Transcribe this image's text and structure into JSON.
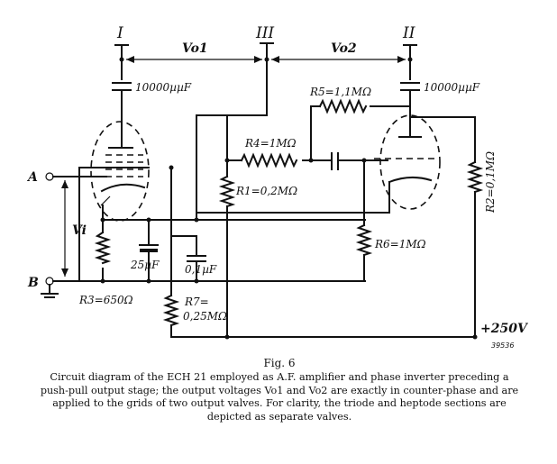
{
  "terminals": {
    "t1": "I",
    "t2": "II",
    "t3": "III",
    "a": "A",
    "b": "B"
  },
  "voltages": {
    "vo1": "Vo1",
    "vo2": "Vo2",
    "vi": "Vi",
    "supply": "+250V"
  },
  "components": {
    "c1": "10000µµF",
    "c2": "10000µµF",
    "c3": "25µF",
    "c4": "0,1µF",
    "r1": "R1=0,2MΩ",
    "r2": "R2=0,1MΩ",
    "r3": "R3=650Ω",
    "r4": "R4=1MΩ",
    "r5": "R5=1,1MΩ",
    "r6": "R6=1MΩ",
    "r7a": "R7=",
    "r7b": "0,25MΩ"
  },
  "reference_number": "39536",
  "caption": {
    "title": "Fig. 6",
    "text": "Circuit diagram of the ECH 21 employed as A.F. amplifier and phase inverter preceding a push-pull output stage; the output voltages Vo1 and Vo2 are exactly in counter-phase and are applied to the grids of two output valves. For clarity, the triode and heptode sections are depicted as separate valves."
  }
}
